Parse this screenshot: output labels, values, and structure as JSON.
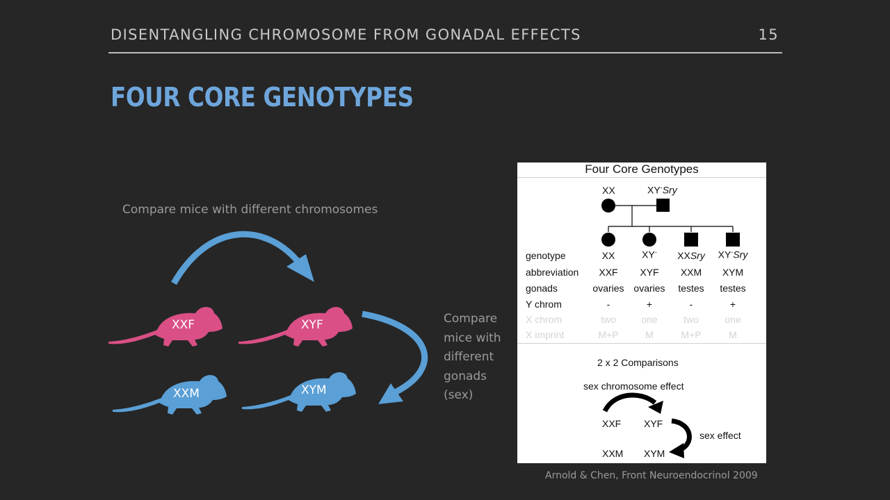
{
  "slide": {
    "header": "DISENTANGLING CHROMOSOME FROM GONADAL EFFECTS",
    "page_number": "15",
    "title": "FOUR CORE GENOTYPES",
    "note_chromosomes": "Compare mice with different chromosomes",
    "note_gonads": [
      "Compare",
      "mice with",
      "different",
      "gonads",
      "(sex)"
    ],
    "mice": [
      {
        "label": "XXF",
        "color": "#d94f86"
      },
      {
        "label": "XYF",
        "color": "#d94f86"
      },
      {
        "label": "XXM",
        "color": "#5a9fd6"
      },
      {
        "label": "XYM",
        "color": "#5a9fd6"
      }
    ],
    "arrow_color": "#5a9fd6",
    "citation": "Arnold & Chen, Front Neuroendocrinol 2009"
  },
  "figure": {
    "title": "Four Core Genotypes",
    "parents": {
      "left": "XX",
      "right_plain": "XY",
      "right_sup": "-",
      "right_italic": "Sry"
    },
    "row_labels": [
      "genotype",
      "abbreviation",
      "gonads",
      "Y chrom",
      "X chrom",
      "X imprint"
    ],
    "genotypes": [
      {
        "plain": "XX",
        "sup": "",
        "italic": ""
      },
      {
        "plain": "XY",
        "sup": "-",
        "italic": ""
      },
      {
        "plain": "XX",
        "sup": "",
        "italic": "Sry"
      },
      {
        "plain": "XY",
        "sup": "-",
        "italic": "Sry"
      }
    ],
    "abbreviations": [
      "XXF",
      "XYF",
      "XXM",
      "XYM"
    ],
    "gonads": [
      "ovaries",
      "ovaries",
      "testes",
      "testes"
    ],
    "y_chrom": [
      "-",
      "+",
      "-",
      "+"
    ],
    "x_chrom": [
      "two",
      "one",
      "two",
      "one"
    ],
    "x_imprint": [
      "M+P",
      "M",
      "M+P",
      "M"
    ],
    "comparisons_title": "2 x 2 Comparisons",
    "sex_chromosome_effect": "sex chromosome effect",
    "sex_effect": "sex effect",
    "grid": [
      "XXF",
      "XYF",
      "XXM",
      "XYM"
    ]
  }
}
